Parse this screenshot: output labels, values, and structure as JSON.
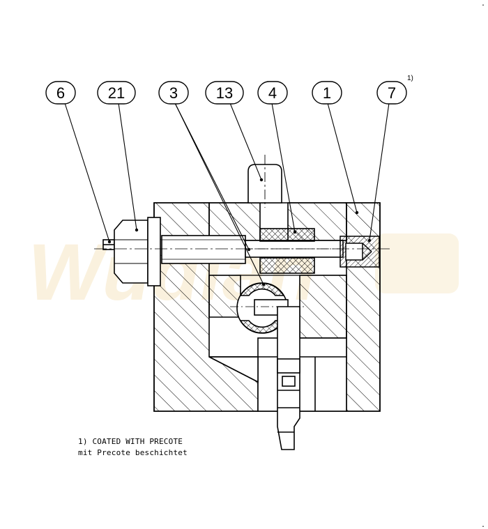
{
  "watermark": "Wudlan",
  "callouts": [
    {
      "label": "6"
    },
    {
      "label": "21"
    },
    {
      "label": "3"
    },
    {
      "label": "13"
    },
    {
      "label": "4"
    },
    {
      "label": "1"
    },
    {
      "label": "7",
      "superscript": "1)"
    }
  ],
  "notes": {
    "line1": "1) COATED WITH PRECOTE",
    "line2": "mit Precote beschichtet"
  }
}
